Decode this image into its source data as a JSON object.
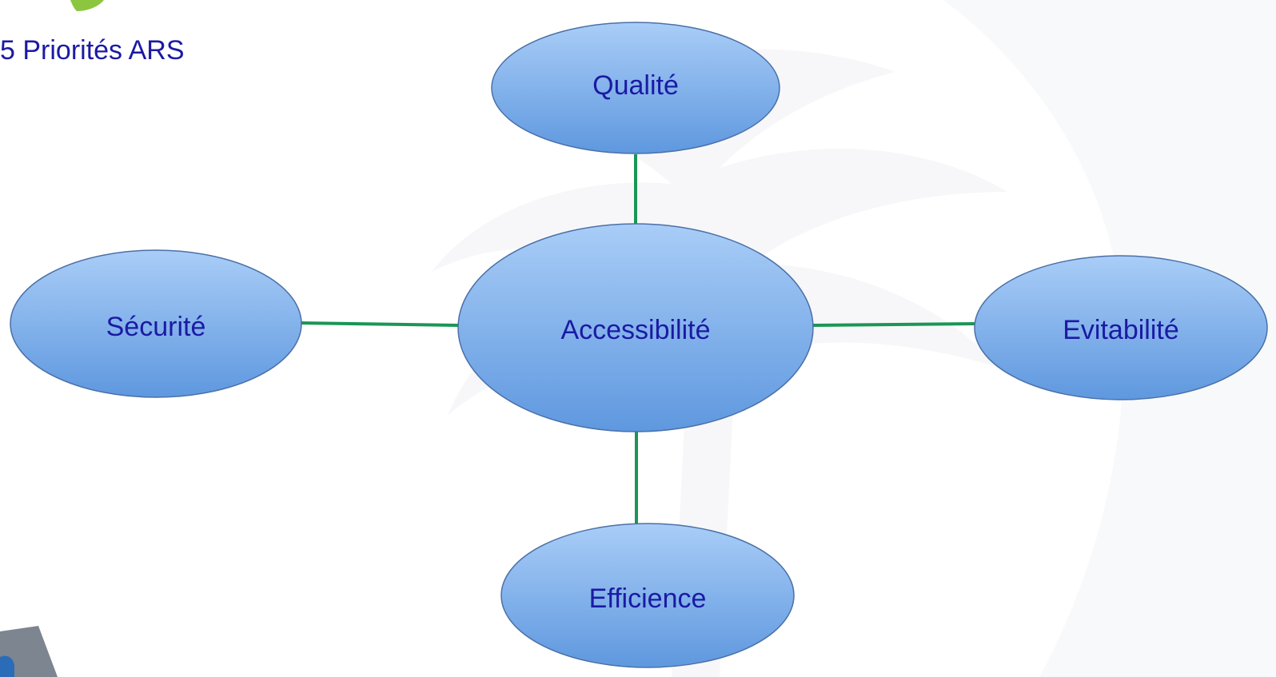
{
  "slide": {
    "title": "5 Priorités ARS"
  },
  "diagram": {
    "center": {
      "id": "center",
      "label": "Accessibilité"
    },
    "nodes": [
      {
        "id": "top",
        "label": "Qualité"
      },
      {
        "id": "left",
        "label": "Sécurité"
      },
      {
        "id": "right",
        "label": "Evitabilité"
      },
      {
        "id": "bottom",
        "label": "Efficience"
      }
    ],
    "connections": [
      {
        "from": "center",
        "to": "top"
      },
      {
        "from": "center",
        "to": "left"
      },
      {
        "from": "center",
        "to": "right"
      },
      {
        "from": "center",
        "to": "bottom"
      }
    ]
  },
  "colors": {
    "title_text": "#1b1aa4",
    "node_text": "#1b1aa4",
    "node_fill_top": "#a9cdf7",
    "node_fill_bottom": "#5f98df",
    "node_stroke": "#4a70a8",
    "connector": "#1a9655",
    "logo_green": "#8cc63f",
    "logo_grey": "#7d8590",
    "logo_blue": "#2a6cb8"
  }
}
